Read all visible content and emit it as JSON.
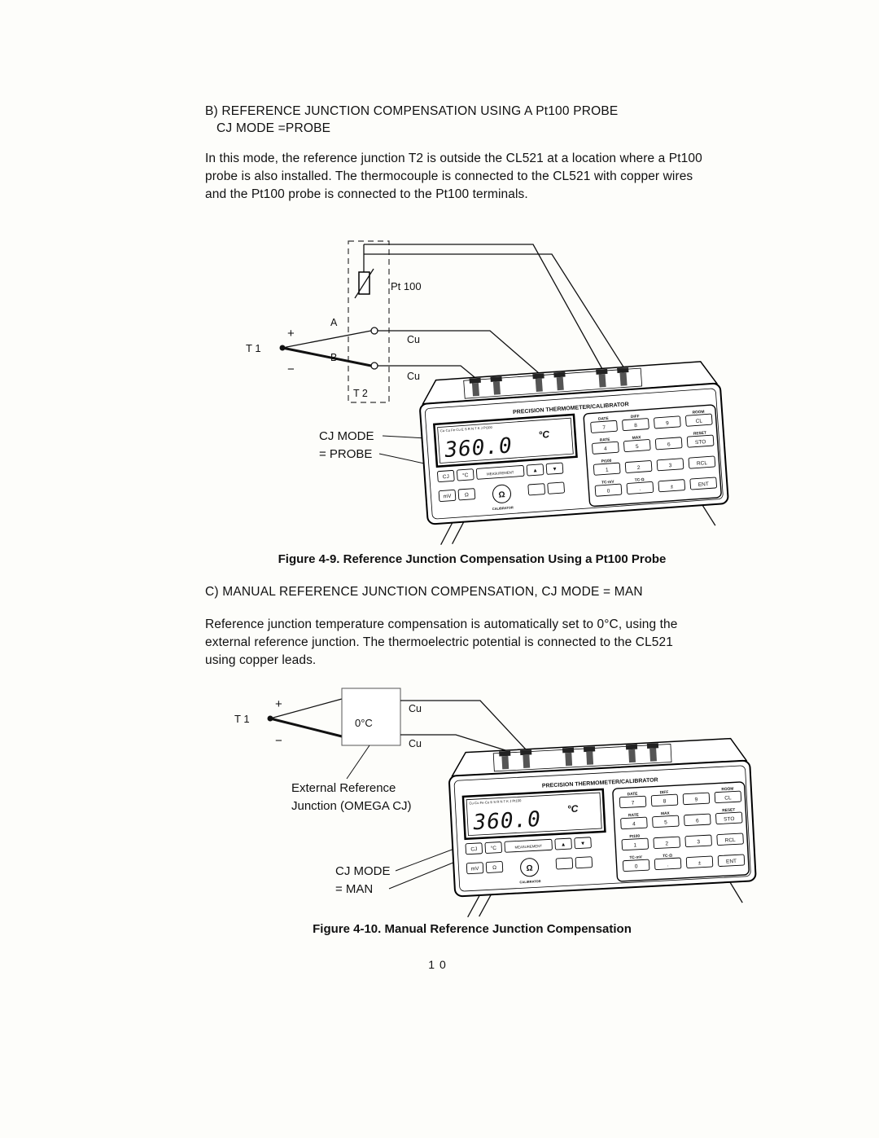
{
  "page": {
    "number": "10"
  },
  "section_b": {
    "heading_line1": "B) REFERENCE JUNCTION COMPENSATION USING A Pt100 PROBE",
    "heading_line2": "CJ MODE =PROBE",
    "body_lines": [
      "In this mode, the reference junction T2 is outside the CL521 at a location where a Pt100",
      "probe is also installed.  The thermocouple is connected to the CL521 with copper wires",
      "and the Pt100 probe is connected to the Pt100 terminals."
    ]
  },
  "figure_9": {
    "caption": "Figure 4-9.  Reference Junction Compensation Using a Pt100 Probe",
    "labels": {
      "pt100": "Pt 100",
      "t1": "T 1",
      "plus": "+",
      "minus": "−",
      "a": "A",
      "b": "B",
      "cu_top": "Cu",
      "cu_bottom": "Cu",
      "t2": "T 2",
      "cj_mode_line1": "CJ MODE",
      "cj_mode_line2": "= PROBE"
    }
  },
  "section_c": {
    "heading": "C)  MANUAL REFERENCE JUNCTION COMPENSATION, CJ MODE = MAN",
    "body_lines": [
      "Reference junction temperature compensation is automatically set to 0°C, using the",
      "external reference junction.  The thermoelectric potential is connected to the CL521",
      "using copper leads."
    ]
  },
  "figure_10": {
    "caption": "Figure 4-10.  Manual Reference Junction Compensation",
    "labels": {
      "t1": "T 1",
      "plus": "+",
      "minus": "−",
      "zero_c": "0°C",
      "cu_top": "Cu",
      "cu_bottom": "Cu",
      "ext_ref_line1": "External Reference",
      "ext_ref_line2": "Junction (OMEGA CJ)",
      "cj_mode_line1": "CJ MODE",
      "cj_mode_line2": "= MAN"
    }
  },
  "device": {
    "title": "PRECISION THERMOMETER/CALIBRATOR",
    "display_header": "Cu·Cu  Fe·Cu  E   S   R   N   T   K   J   Pt100",
    "display_value": "360.0",
    "display_unit": "°C",
    "left_keys": {
      "cj": "CJ",
      "degc": "°C",
      "up": "▲",
      "down": "▼",
      "mv": "mV",
      "ohm": "Ω",
      "measurement": "MEASUREMENT"
    },
    "logo_symbol": "Ω",
    "logo_caption": "CALIBRATOR",
    "keypad": {
      "headers1": [
        "DATE",
        "DIFF",
        "ROOM"
      ],
      "headers2": [
        "RATE",
        "MAX",
        "RESET"
      ],
      "headers3": [
        "Pt100"
      ],
      "headers4": [
        "TC·mV",
        "TC·Ω"
      ],
      "row1": [
        "7",
        "8",
        "9",
        "CL"
      ],
      "row2": [
        "4",
        "5",
        "6",
        "STO"
      ],
      "row3": [
        "1",
        "2",
        "3",
        "RCL"
      ],
      "row4": [
        "0",
        ".",
        "±",
        "ENT"
      ]
    }
  }
}
